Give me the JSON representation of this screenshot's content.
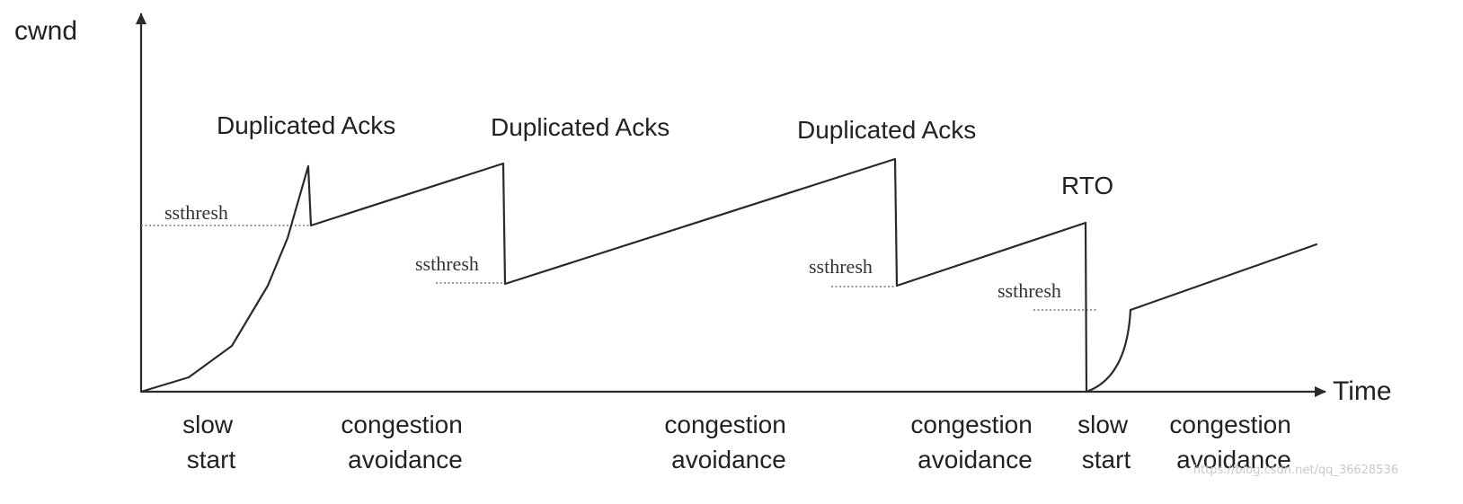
{
  "axes": {
    "y_label": "cwnd",
    "x_label": "Time"
  },
  "events": [
    {
      "id": "dup-acks-1",
      "label": "Duplicated Acks"
    },
    {
      "id": "dup-acks-2",
      "label": "Duplicated Acks"
    },
    {
      "id": "dup-acks-3",
      "label": "Duplicated Acks"
    },
    {
      "id": "rto",
      "label": "RTO"
    }
  ],
  "thresholds": [
    {
      "id": "ssthresh-1",
      "label": "ssthresh"
    },
    {
      "id": "ssthresh-2",
      "label": "ssthresh"
    },
    {
      "id": "ssthresh-3",
      "label": "ssthresh"
    },
    {
      "id": "ssthresh-4",
      "label": "ssthresh"
    }
  ],
  "phases": [
    {
      "id": "phase-1",
      "line1": "slow",
      "line2": "start"
    },
    {
      "id": "phase-2",
      "line1": "congestion",
      "line2": "avoidance"
    },
    {
      "id": "phase-3",
      "line1": "congestion",
      "line2": "avoidance"
    },
    {
      "id": "phase-4",
      "line1": "congestion",
      "line2": "avoidance"
    },
    {
      "id": "phase-5",
      "line1": "slow",
      "line2": "start"
    },
    {
      "id": "phase-6",
      "line1": "congestion",
      "line2": "avoidance"
    }
  ],
  "watermark": "https://blog.csdn.net/qq_36628536"
}
